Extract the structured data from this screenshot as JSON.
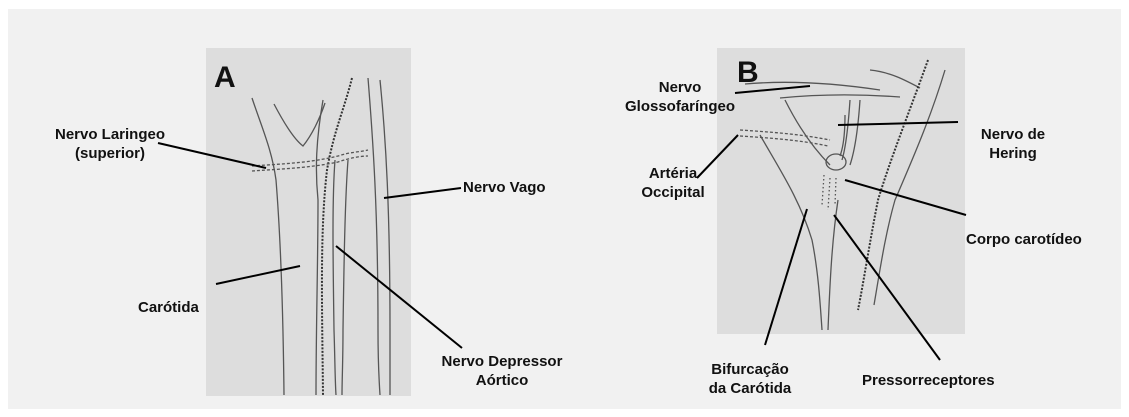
{
  "panel_a": {
    "letter": "A",
    "labels": {
      "nervo_laringeo_l1": "Nervo Laringeo",
      "nervo_laringeo_l2": "(superior)",
      "nervo_vago": "Nervo Vago",
      "carotida": "Carótida",
      "nervo_depressor_l1": "Nervo Depressor",
      "nervo_depressor_l2": "Aórtico"
    }
  },
  "panel_b": {
    "letter": "B",
    "labels": {
      "glosso_l1": "Nervo",
      "glosso_l2": "Glossofaríngeo",
      "arteria_l1": "Artéria",
      "arteria_l2": "Occipital",
      "hering_l1": "Nervo de",
      "hering_l2": "Hering",
      "corpo_carotideo": "Corpo carotídeo",
      "bifurcacao_l1": "Bifurcação",
      "bifurcacao_l2": "da Carótida",
      "pressorreceptores": "Pressorreceptores"
    }
  }
}
